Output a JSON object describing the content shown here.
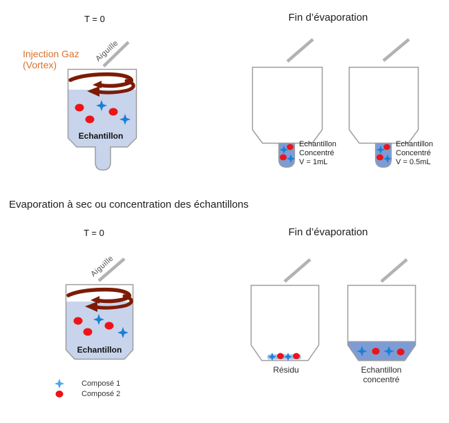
{
  "top_section": {
    "t0_title": "T = 0",
    "fin_title": "Fin d’évaporation",
    "injection_label": "Injection Gaz\n(Vortex)",
    "needle_label": "Aiguille",
    "vessel_sample_label": "Echantillon",
    "vessel_1ml_label": "Echantillon\nConcentré\nV = 1mL",
    "vessel_05ml_label": "Echantillon\nConcentré\nV = 0.5mL"
  },
  "section_heading": "Evaporation à sec ou concentration des échantillons",
  "bottom_section": {
    "t0_title": "T = 0",
    "fin_title": "Fin d’évaporation",
    "needle_label": "Aiguille",
    "vessel_sample_label": "Echantillon",
    "residue_label": "Résidu",
    "concentrated_label": "Echantillon\nconcentré"
  },
  "legend": {
    "items": [
      {
        "icon": "star-icon",
        "label": "Composé 1",
        "color": "#45a8f0"
      },
      {
        "icon": "circle-icon",
        "label": "Composé 2",
        "color": "#ec1418"
      }
    ]
  },
  "colors": {
    "compound1_blue": "#1b7fd6",
    "compound2_red": "#ec1418",
    "liquid_light_blue": "#c7d4eb",
    "liquid_concentrated_blue": "#7e9cd4",
    "residue_blue": "#a9c4e8",
    "vortex_dark_red": "#7d1b05",
    "needle_gray": "#b2b2b2",
    "injection_orange": "#d9712e",
    "vessel_outline_gray": "#9d9d9d"
  }
}
